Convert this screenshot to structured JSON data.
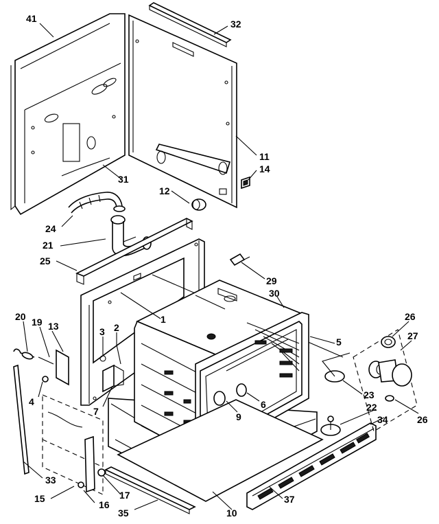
{
  "callouts": [
    {
      "id": "c41",
      "text": "41"
    },
    {
      "id": "c32",
      "text": "32"
    },
    {
      "id": "c11",
      "text": "11"
    },
    {
      "id": "c14",
      "text": "14"
    },
    {
      "id": "c31",
      "text": "31"
    },
    {
      "id": "c12",
      "text": "12"
    },
    {
      "id": "c24",
      "text": "24"
    },
    {
      "id": "c21",
      "text": "21"
    },
    {
      "id": "c25",
      "text": "25"
    },
    {
      "id": "c29",
      "text": "29"
    },
    {
      "id": "c30",
      "text": "30"
    },
    {
      "id": "c1",
      "text": "1"
    },
    {
      "id": "c20",
      "text": "20"
    },
    {
      "id": "c19",
      "text": "19"
    },
    {
      "id": "c13",
      "text": "13"
    },
    {
      "id": "c3",
      "text": "3"
    },
    {
      "id": "c2",
      "text": "2"
    },
    {
      "id": "c26a",
      "text": "26"
    },
    {
      "id": "c27",
      "text": "27"
    },
    {
      "id": "c5",
      "text": "5"
    },
    {
      "id": "c4",
      "text": "4"
    },
    {
      "id": "c7",
      "text": "7"
    },
    {
      "id": "c9",
      "text": "9"
    },
    {
      "id": "c6",
      "text": "6"
    },
    {
      "id": "c23",
      "text": "23"
    },
    {
      "id": "c22",
      "text": "22"
    },
    {
      "id": "c34",
      "text": "34"
    },
    {
      "id": "c26b",
      "text": "26"
    },
    {
      "id": "c33",
      "text": "33"
    },
    {
      "id": "c15",
      "text": "15"
    },
    {
      "id": "c17",
      "text": "17"
    },
    {
      "id": "c16",
      "text": "16"
    },
    {
      "id": "c35",
      "text": "35"
    },
    {
      "id": "c10",
      "text": "10"
    },
    {
      "id": "c37",
      "text": "37"
    }
  ]
}
